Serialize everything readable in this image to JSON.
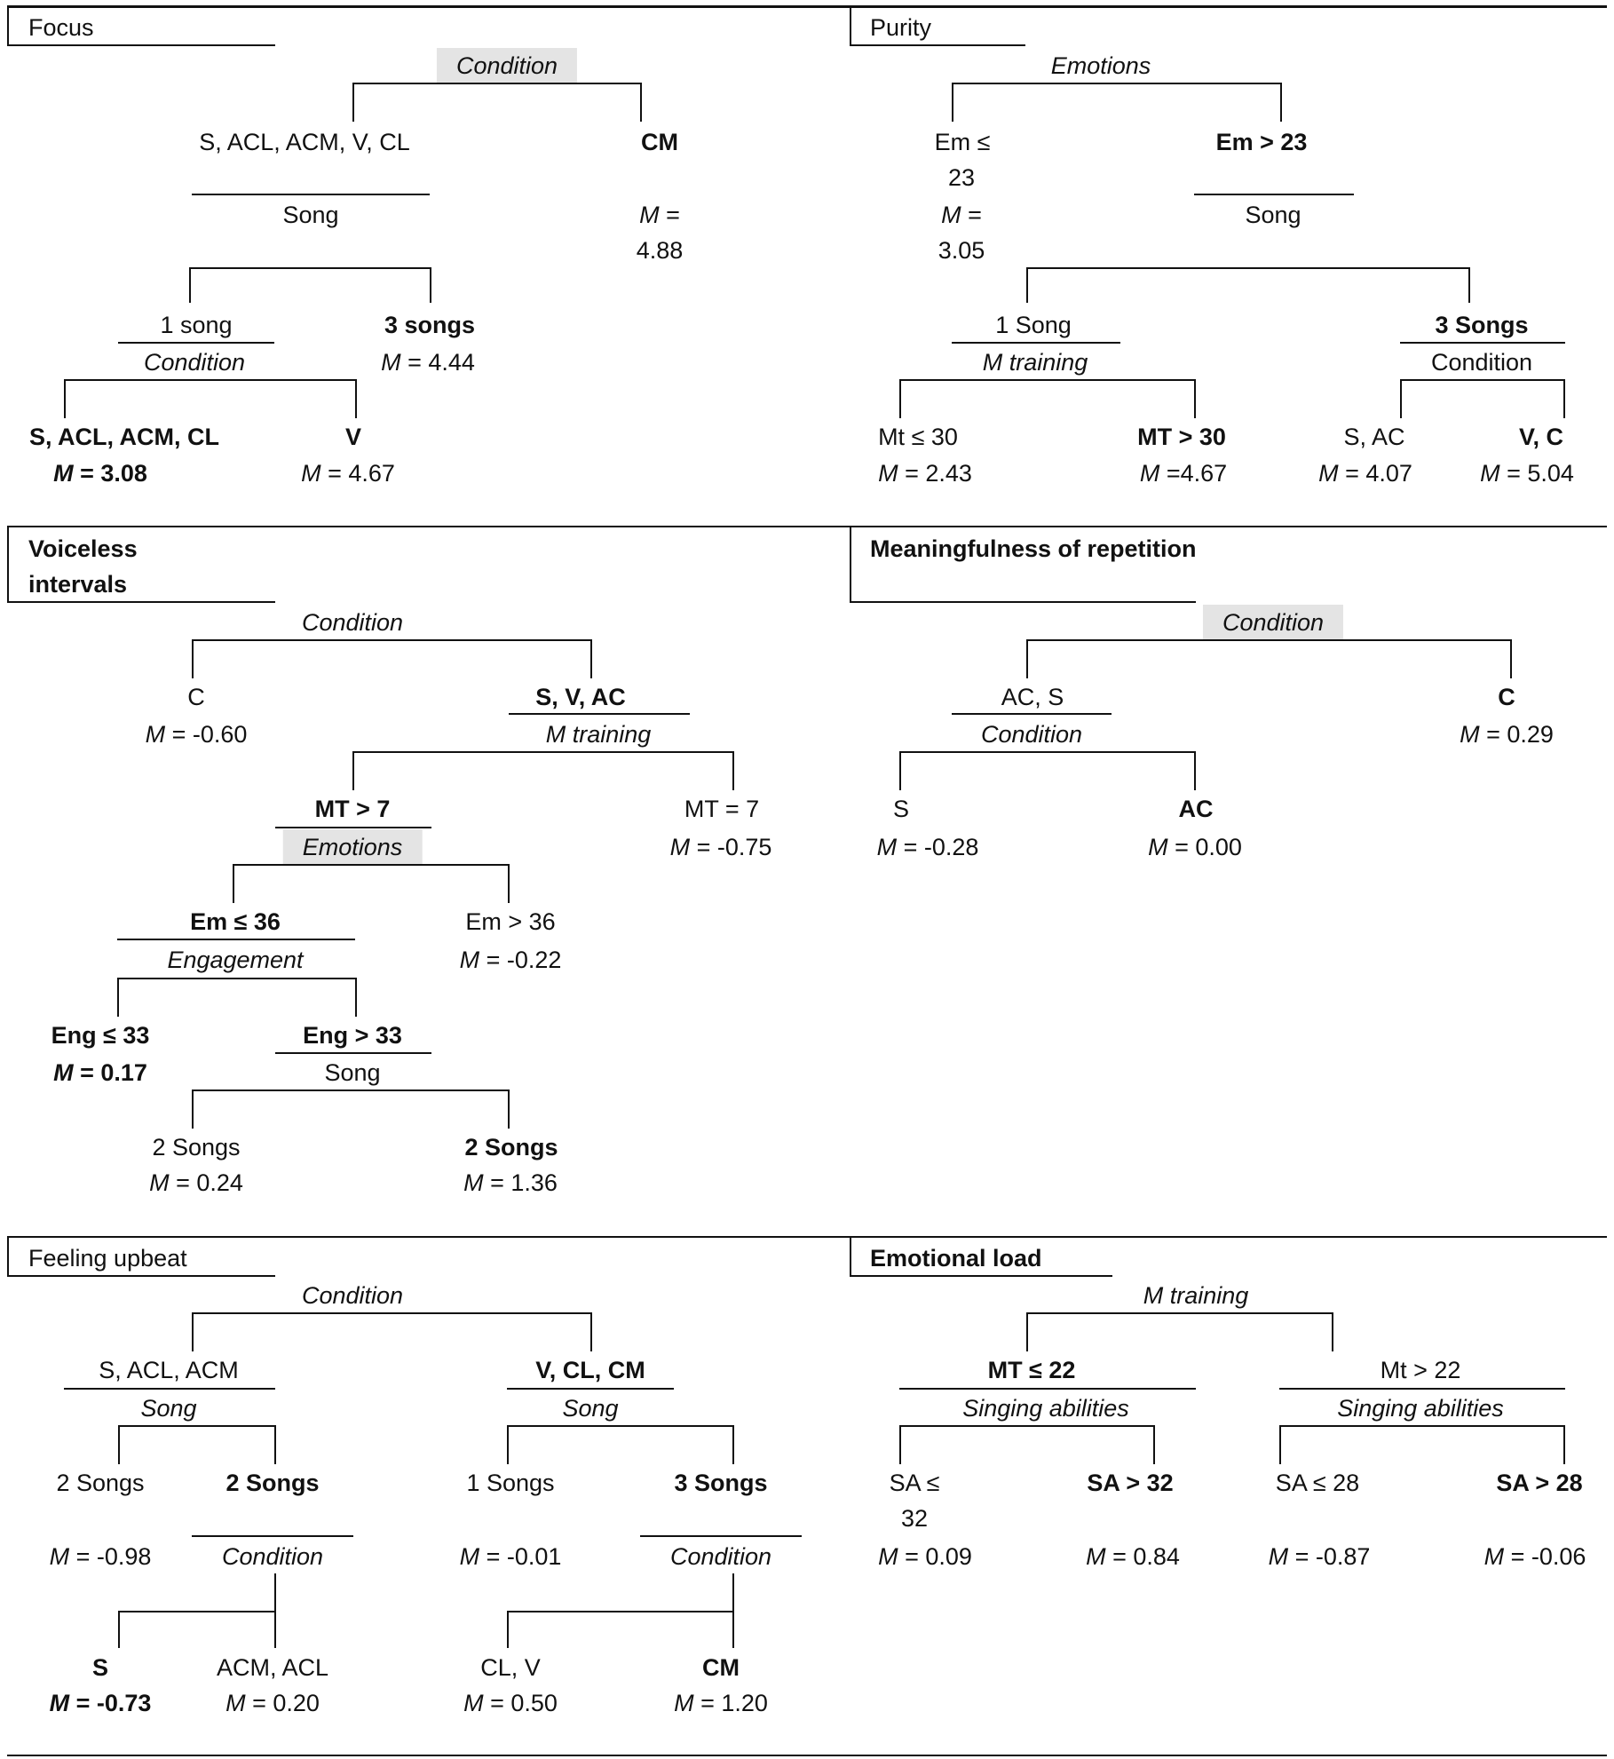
{
  "panels": {
    "focus": {
      "title": "Focus",
      "root": "Condition",
      "left": "S, ACL, ACM, V, CL",
      "right": "CM",
      "right_m": "M",
      "right_eq": " =",
      "right_val": "4.88",
      "split2": "Song",
      "one_song": "1 song",
      "three_songs": "3 songs",
      "three_songs_mean": " = 4.44",
      "cond2": "Condition",
      "leaf_a": "S, ACL, ACM, CL",
      "leaf_a_mean": " = 3.08",
      "leaf_b": "V",
      "leaf_b_mean": " = 4.67"
    },
    "purity": {
      "title": "Purity",
      "root": "Emotions",
      "em_le_line1": "Em ≤",
      "em_le_line2": "23",
      "em_le_m": "M",
      "em_le_eq": " =",
      "em_le_val": "3.05",
      "em_gt": "Em > 23",
      "song": "Song",
      "one_song": "1 Song",
      "three_songs": "3 Songs",
      "m_training": "M training",
      "condition": "Condition",
      "mt_le": "Mt ≤ 30",
      "mt_le_mean": " = 2.43",
      "mt_gt": "MT > 30",
      "mt_gt_mean": " =4.67",
      "s_ac": "S, AC",
      "s_ac_mean": " = 4.07",
      "v_c": "V, C",
      "v_c_mean": " = 5.04"
    },
    "voiceless": {
      "title_line1": "Voiceless",
      "title_line2": "intervals",
      "root": "Condition",
      "c": "C",
      "c_mean": " = -0.60",
      "svac": "S, V, AC",
      "m_training": "M training",
      "mt_gt": "MT > 7",
      "mt_eq": "MT = 7",
      "mt_eq_mean": " = -0.75",
      "emotions": "Emotions",
      "em_le": "Em ≤ 36",
      "em_gt": "Em > 36",
      "em_gt_mean": " = -0.22",
      "engagement": "Engagement",
      "eng_le": "Eng ≤ 33",
      "eng_le_mean": " = 0.17",
      "eng_gt": "Eng > 33",
      "song": "Song",
      "two_songs_a": "2 Songs",
      "two_songs_a_mean": " = 0.24",
      "two_songs_b": "2 Songs",
      "two_songs_b_mean": " = 1.36"
    },
    "meaning": {
      "title": "Meaningfulness of repetition",
      "root": "Condition",
      "ac_s": "AC, S",
      "c": "C",
      "c_mean": " = 0.29",
      "condition2": "Condition",
      "s": "S",
      "s_mean": " = -0.28",
      "ac": "AC",
      "ac_mean": " = 0.00"
    },
    "upbeat": {
      "title": "Feeling upbeat",
      "root": "Condition",
      "left": "S, ACL, ACM",
      "right": "V, CL, CM",
      "song_l": "Song",
      "song_r": "Song",
      "two_songs_a": "2 Songs",
      "two_songs_a_mean": " = -0.98",
      "two_songs_b": "2 Songs",
      "one_songs": "1 Songs",
      "one_songs_mean": " = -0.01",
      "three_songs": "3 Songs",
      "cond_l": "Condition",
      "cond_r": "Condition",
      "s": "S",
      "s_mean": " = -0.73",
      "acm_acl": "ACM, ACL",
      "acm_acl_mean": " = 0.20",
      "cl_v": "CL, V",
      "cl_v_mean": " = 0.50",
      "cm": "CM",
      "cm_mean": " = 1.20"
    },
    "load": {
      "title": "Emotional load",
      "root": "M training",
      "mt_le": "MT ≤ 22",
      "mt_gt": "Mt > 22",
      "sing_l": "Singing abilities",
      "sing_r": "Singing abilities",
      "sa_le32_line1": "SA ≤",
      "sa_le32_line2": "32",
      "sa_le32_mean": " = 0.09",
      "sa_gt32": "SA > 32",
      "sa_gt32_mean": " = 0.84",
      "sa_le28": "SA ≤ 28",
      "sa_le28_mean": " = -0.87",
      "sa_gt28": "SA > 28",
      "sa_gt28_mean": " = -0.06"
    }
  },
  "mean_symbol": "M"
}
